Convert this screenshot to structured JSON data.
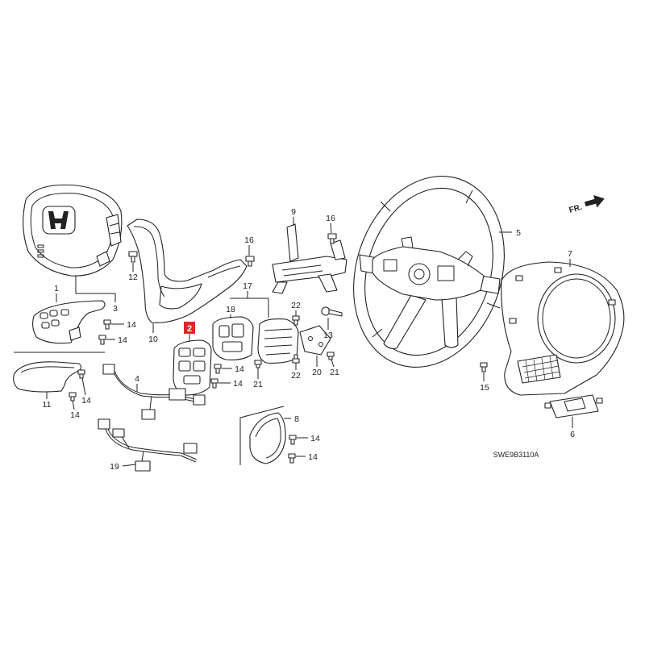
{
  "diagram": {
    "callouts": [
      "1",
      "2",
      "3",
      "4",
      "5",
      "6",
      "7",
      "8",
      "9",
      "10",
      "11",
      "12",
      "13",
      "14",
      "15",
      "16",
      "17",
      "18",
      "19",
      "20",
      "21",
      "22"
    ],
    "direction_label": "FR.",
    "diagram_code": "SWE9B3110A",
    "colors": {
      "line": "#222222",
      "highlight": "#e3252b",
      "background": "#ffffff"
    },
    "icons": {
      "direction": "arrow-right-icon",
      "logo": "honda-logo"
    }
  }
}
